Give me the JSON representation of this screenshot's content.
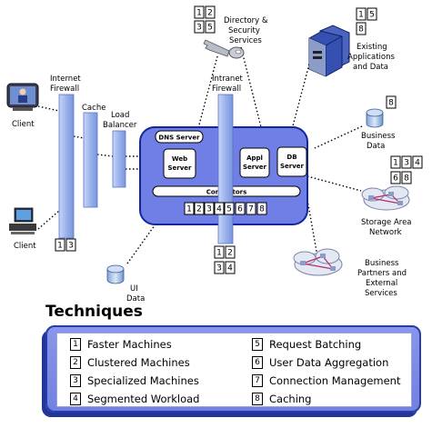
{
  "labels": {
    "client_top": "Client",
    "client_bottom": "Client",
    "internet_firewall": [
      "Internet",
      "Firewall"
    ],
    "cache": "Cache",
    "load_balancer": [
      "Load",
      "Balancer"
    ],
    "directory": [
      "Directory &",
      "Security",
      "Services"
    ],
    "intranet_firewall": [
      "Intranet",
      "Firewall"
    ],
    "existing_apps": [
      "Existing",
      "Applications",
      "and Data"
    ],
    "business_data": [
      "Business",
      "Data"
    ],
    "storage_area": [
      "Storage Area",
      "Network"
    ],
    "business_partners": [
      "Business",
      "Partners and",
      "External",
      "Services"
    ],
    "ui_data": [
      "UI",
      "Data"
    ]
  },
  "server": {
    "dns": "DNS Server",
    "web": [
      "Web",
      "Server"
    ],
    "appl": [
      "Appl",
      "Server"
    ],
    "db": [
      "DB",
      "Server"
    ],
    "connectors": "Connectors"
  },
  "badges": {
    "directory": [
      "1",
      "2",
      "3",
      "5"
    ],
    "existing": [
      "1",
      "5",
      "8"
    ],
    "business_data": [
      "8"
    ],
    "storage": [
      "1",
      "3",
      "4",
      "6",
      "8"
    ],
    "connectors": [
      "1",
      "2",
      "3",
      "4",
      "5",
      "6",
      "7",
      "8"
    ],
    "intranet": [
      "1",
      "2",
      "3",
      "4"
    ],
    "internet": [
      "1",
      "3"
    ]
  },
  "techniques": {
    "title": "Techniques",
    "items": [
      {
        "num": "1",
        "label": "Faster Machines"
      },
      {
        "num": "2",
        "label": "Clustered Machines"
      },
      {
        "num": "3",
        "label": "Specialized Machines"
      },
      {
        "num": "4",
        "label": "Segmented Workload"
      },
      {
        "num": "5",
        "label": "Request Batching"
      },
      {
        "num": "6",
        "label": "User Data Aggregation"
      },
      {
        "num": "7",
        "label": "Connection Management"
      },
      {
        "num": "8",
        "label": "Caching"
      }
    ]
  },
  "colors": {
    "firewall": "#8aa8e8",
    "zone_fill": "#6f7fe6",
    "zone_stroke": "#14279a",
    "panel": "#7f8ae6"
  }
}
